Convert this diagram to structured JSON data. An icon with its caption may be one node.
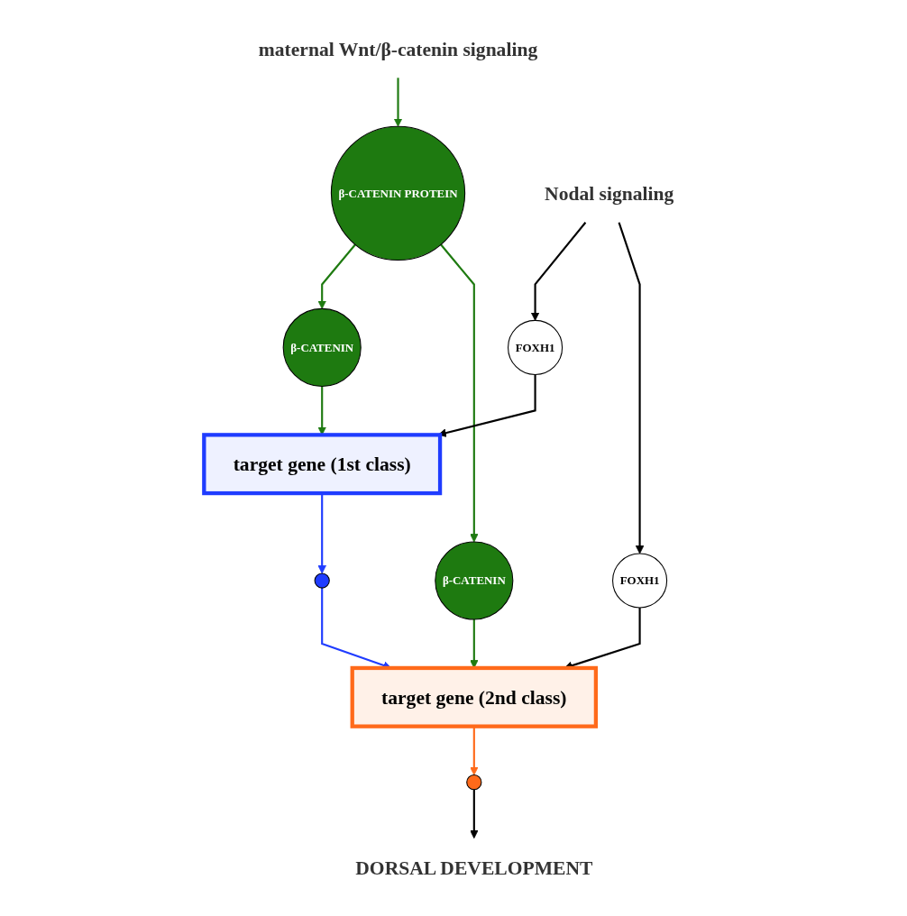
{
  "diagram": {
    "nodes": [
      {
        "text": [
          "maternal Wnt/β-catenin signaling"
        ]
      },
      {
        "text": [
          "β-CATENIN PROTEIN"
        ]
      },
      {
        "text": [
          "Nodal signaling"
        ]
      },
      {
        "text": [
          "β-CATENIN"
        ]
      },
      {
        "text": [
          "FOXH1"
        ]
      },
      {
        "text": [
          "target gene (1st class)"
        ]
      },
      {
        "text": [],
        "shape": "circle"
      },
      {
        "text": [
          "FOXH1"
        ]
      },
      {
        "text": [
          "β-CATENIN"
        ]
      },
      {
        "text": [
          "target gene (2nd class)"
        ]
      },
      {
        "text": [],
        "shape": "circle"
      },
      {
        "text": [
          "DORSAL DEVELOPMENT"
        ]
      }
    ],
    "edges": [
      {
        "from": 0,
        "to": 1,
        "arrow": "to",
        "color": "#1e7a10"
      },
      {
        "from": 1,
        "to": 3,
        "arrow": "to",
        "color": "#1e7a10"
      },
      {
        "from": 1,
        "to": 8,
        "arrow": "to",
        "color": "#1e7a10"
      },
      {
        "from": 2,
        "to": 4,
        "arrow": "to",
        "color": "#000000"
      },
      {
        "from": 2,
        "to": 7,
        "arrow": "to",
        "color": "#000000"
      },
      {
        "from": 3,
        "to": 5,
        "arrow": "to",
        "color": "#1e7a10"
      },
      {
        "from": 4,
        "to": 5,
        "arrow": "to",
        "color": "#000000"
      },
      {
        "from": 5,
        "to": 6,
        "arrow": "to",
        "color": "#1f3cff"
      },
      {
        "from": 6,
        "to": 9,
        "arrow": "to",
        "color": "#1f3cff"
      },
      {
        "from": 7,
        "to": 9,
        "arrow": "to",
        "color": "#000000"
      },
      {
        "from": 8,
        "to": 9,
        "arrow": "to",
        "color": "#1e7a10"
      },
      {
        "from": 9,
        "to": 10,
        "arrow": "to",
        "color": "#ff6a1a"
      },
      {
        "from": 10,
        "to": 11,
        "arrow": "to",
        "color": "#000000"
      }
    ]
  }
}
